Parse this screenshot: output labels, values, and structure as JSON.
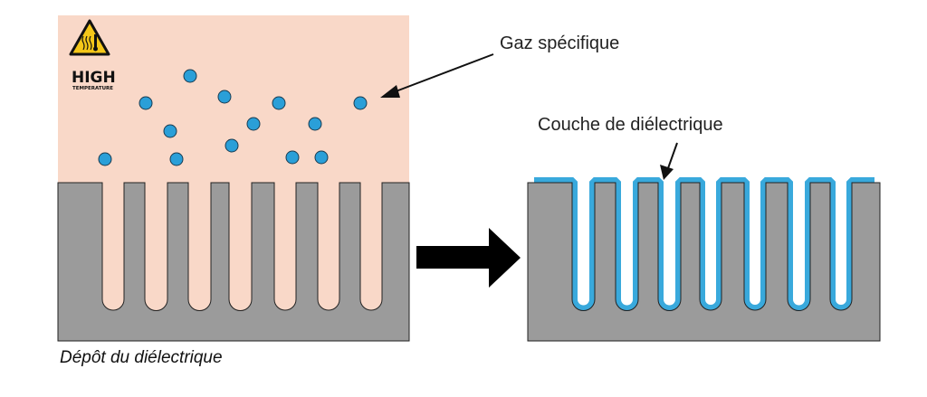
{
  "labels": {
    "gas": "Gaz spécifique",
    "dielectric_layer": "Couche de diélectrique",
    "caption": "Dépôt du diélectrique"
  },
  "warning_sign": {
    "icon": "high-temperature-warning-icon",
    "title": "HIGH",
    "subtitle": "TEMPERATURE"
  },
  "colors": {
    "gas_bg": "#f9d8c8",
    "substrate": "#9b9b9b",
    "molecule": "#2a9fd8",
    "layer": "#39a9dc",
    "arrow": "#000000"
  }
}
